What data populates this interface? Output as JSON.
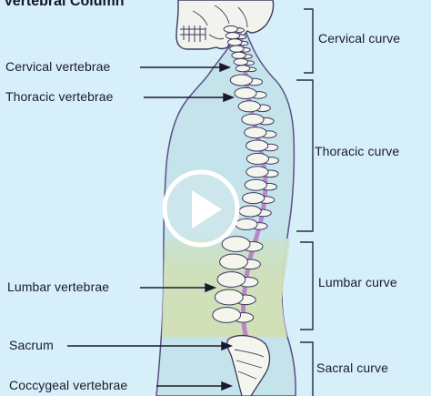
{
  "diagram": {
    "title": "Vertebral Column",
    "left_labels": {
      "cervical": "Cervical vertebrae",
      "thoracic": "Thoracic vertebrae",
      "lumbar": "Lumbar vertebrae",
      "sacrum": "Sacrum",
      "coccygeal": "Coccygeal vertebrae"
    },
    "right_labels": {
      "cervical": "Cervical curve",
      "thoracic": "Thoracic curve",
      "lumbar": "Lumbar curve",
      "sacral": "Sacral curve"
    }
  },
  "player": {
    "play_icon": "play-icon"
  },
  "colors": {
    "background": "#d6eff9",
    "body_fill": "#c5e3ea",
    "lumbar_shade": "#cfe0b8",
    "bone": "#f4f6ee",
    "bone_outline": "#4a3f75",
    "spine_inner": "#b46fc8",
    "play_ring": "#ffffff"
  }
}
